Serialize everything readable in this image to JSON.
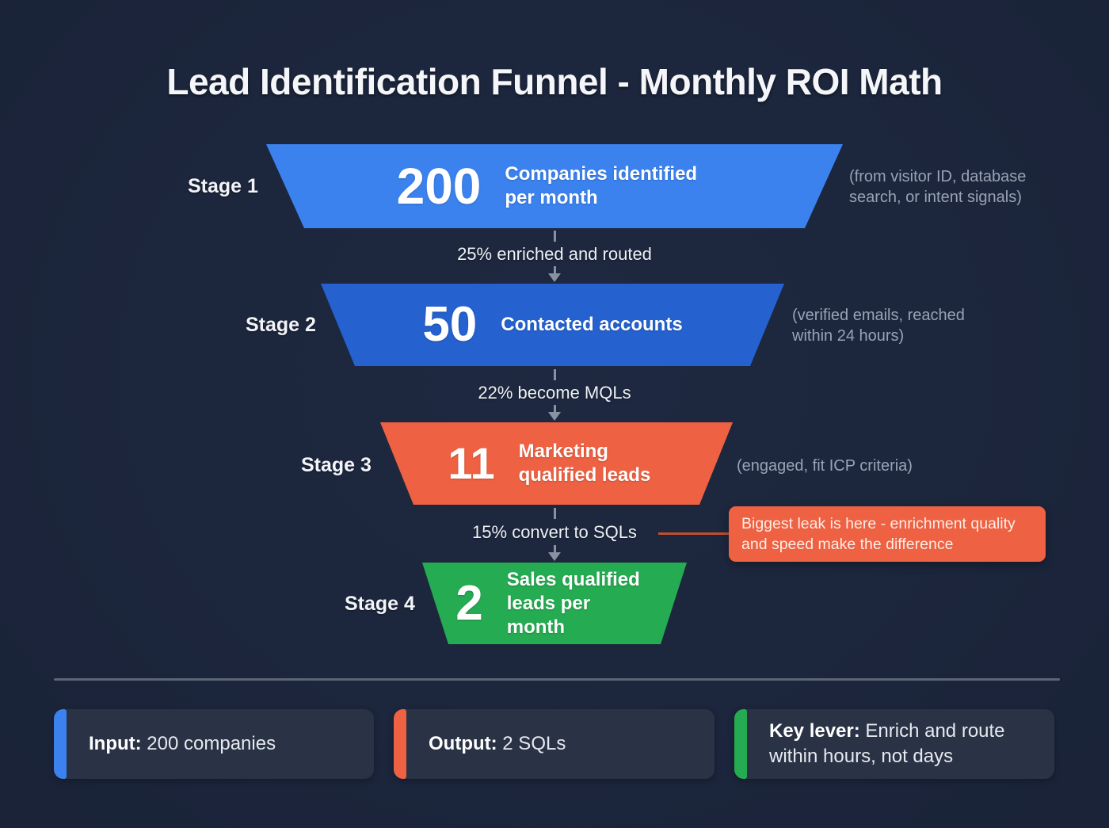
{
  "page": {
    "title": "Lead Identification Funnel - Monthly ROI Math",
    "background_color": "#1a2338"
  },
  "funnel": {
    "stages": [
      {
        "stage_label": "Stage 1",
        "value": "200",
        "label": "Companies identified per month",
        "note": "(from visitor ID, database search, or intent signals)",
        "color": "#3b82ee"
      },
      {
        "stage_label": "Stage 2",
        "value": "50",
        "label": "Contacted accounts",
        "note": "(verified emails, reached within 24 hours)",
        "color": "#2562cf"
      },
      {
        "stage_label": "Stage 3",
        "value": "11",
        "label": "Marketing qualified leads",
        "note": "(engaged, fit ICP criteria)",
        "color": "#ee6142"
      },
      {
        "stage_label": "Stage 4",
        "value": "2",
        "label": "Sales qualified leads per month",
        "color": "#25ab51"
      }
    ],
    "transitions": [
      {
        "label": "25% enriched and routed"
      },
      {
        "label": "22% become MQLs"
      },
      {
        "label": "15% convert to SQLs"
      }
    ],
    "callout": {
      "text": "Biggest leak is here - enrichment quality and speed make the difference",
      "color": "#ee6142"
    },
    "arrow_color": "#8a92a2",
    "note_color": "#9aa3b5"
  },
  "summary": {
    "cards": [
      {
        "label": "Input:",
        "value": " 200 companies",
        "accent": "#3b82ee"
      },
      {
        "label": "Output:",
        "value": " 2 SQLs",
        "accent": "#ee6142"
      },
      {
        "label": "Key lever:",
        "value": " Enrich and route within hours, not days",
        "accent": "#25ab51"
      }
    ]
  }
}
